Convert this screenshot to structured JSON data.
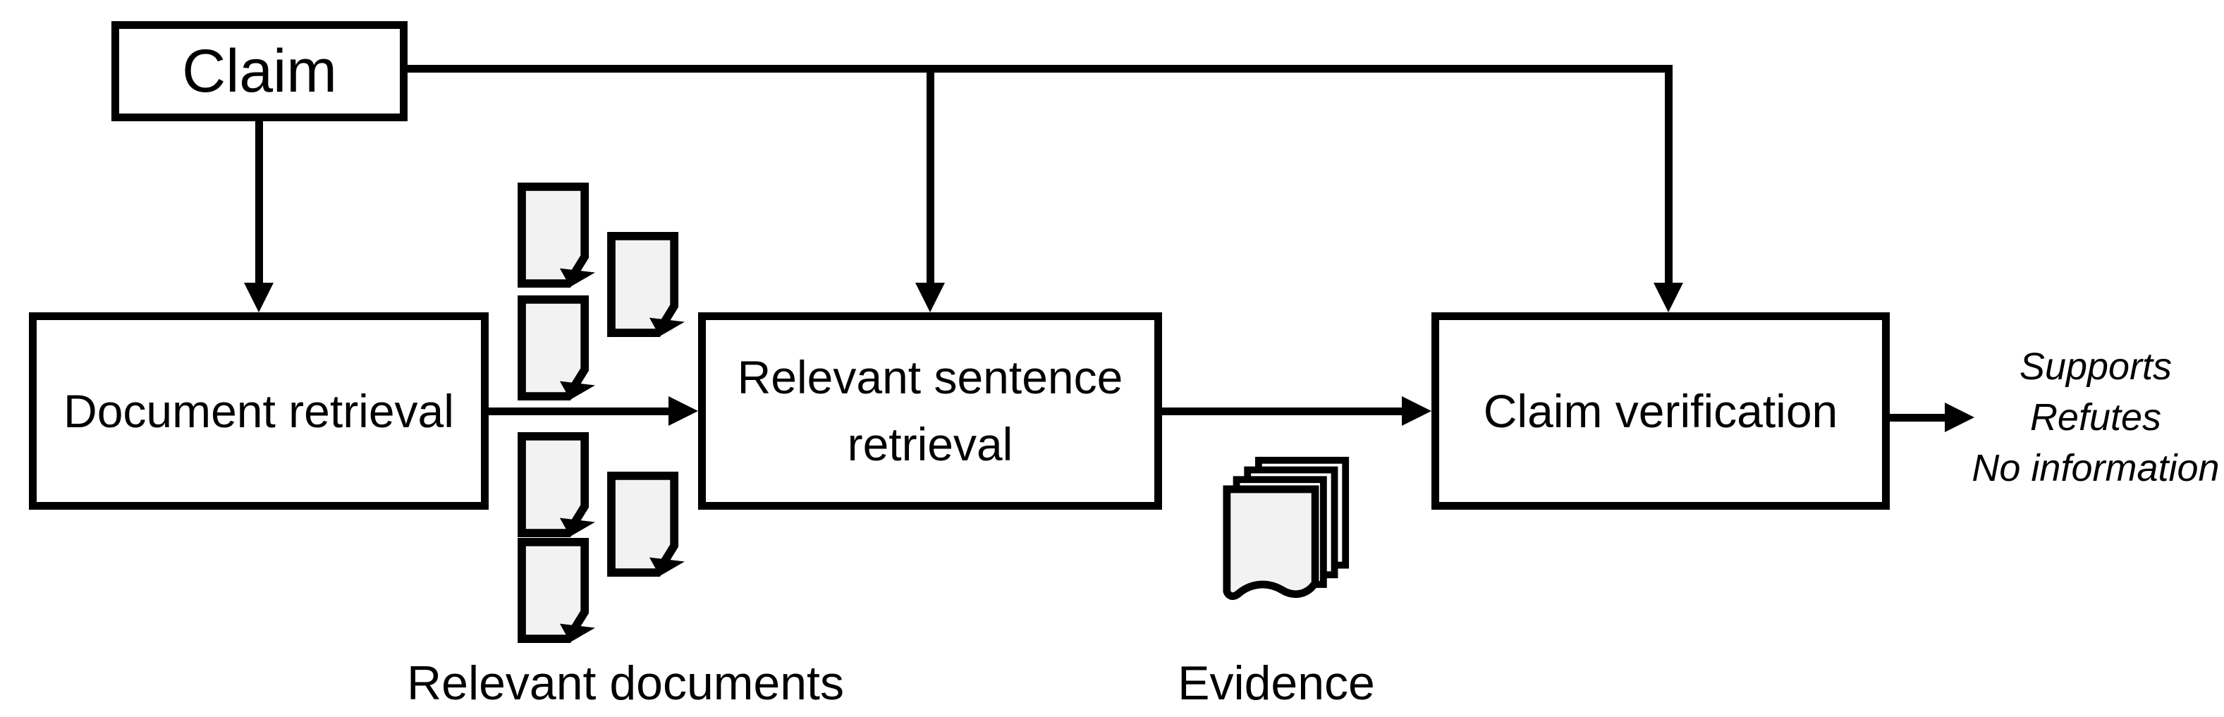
{
  "colors": {
    "stroke": "#000000",
    "box_fill": "#ffffff",
    "document_fill": "#f2f2f2",
    "background": "#ffffff",
    "text": "#000000"
  },
  "nodes": {
    "claim": {
      "label": "Claim"
    },
    "document_retrieval": {
      "label": "Document retrieval"
    },
    "sentence_retrieval": {
      "lines": [
        "Relevant sentence",
        "retrieval"
      ]
    },
    "claim_verification": {
      "label": "Claim verification"
    }
  },
  "annotations": {
    "relevant_documents": {
      "label": "Relevant documents",
      "icon": "document-icon",
      "count": 6
    },
    "evidence": {
      "label": "Evidence",
      "icon": "document-stack-icon"
    }
  },
  "outputs": {
    "lines": [
      "Supports",
      "Refutes",
      "No information"
    ]
  }
}
